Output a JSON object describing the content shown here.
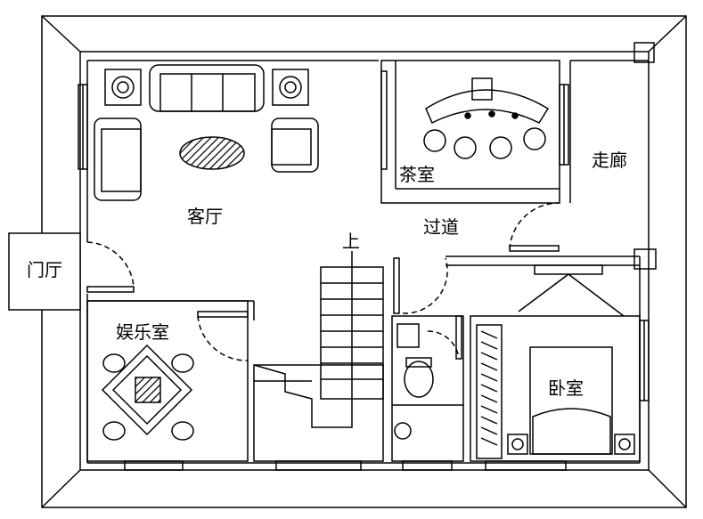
{
  "rooms": {
    "living_room": "客厅",
    "tea_room": "茶室",
    "corridor": "走廊",
    "passage": "过道",
    "entrance": "门厅",
    "entertainment_room": "娱乐室",
    "bedroom": "卧室",
    "stair_up": "上"
  },
  "colors": {
    "line": "#000000",
    "fill": "#ffffff"
  }
}
